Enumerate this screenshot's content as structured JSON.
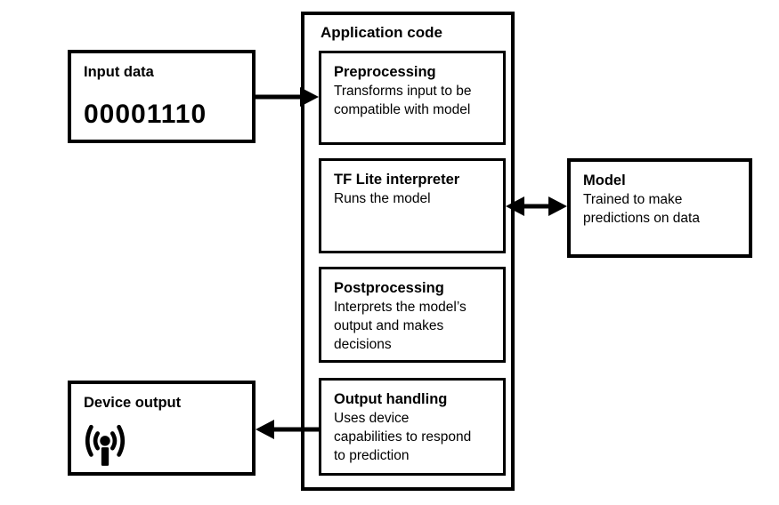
{
  "diagram": {
    "background_color": "#ffffff",
    "line_color": "#000000",
    "input_box": {
      "title": "Input data",
      "value": "00001110"
    },
    "application": {
      "title": "Application code",
      "steps": [
        {
          "title": "Preprocessing",
          "description": [
            "Transforms input to be",
            "compatible with model"
          ]
        },
        {
          "title": "TF Lite interpreter",
          "description": [
            "Runs the model"
          ]
        },
        {
          "title": "Postprocessing",
          "description": [
            "Interprets the model’s",
            "output and makes",
            "decisions"
          ]
        },
        {
          "title": "Output handling",
          "description": [
            "Uses device",
            "capabilities to respond",
            "to prediction"
          ]
        }
      ]
    },
    "model_box": {
      "title": "Model",
      "description": [
        "Trained to make",
        "predictions on data"
      ]
    },
    "device_output_box": {
      "title": "Device output",
      "icon": "broadcast-icon"
    },
    "arrows": [
      {
        "name": "input-to-preprocessing",
        "direction": "right"
      },
      {
        "name": "interpreter-model-bidirectional",
        "direction": "both"
      },
      {
        "name": "output-handling-to-device",
        "direction": "left"
      }
    ]
  }
}
